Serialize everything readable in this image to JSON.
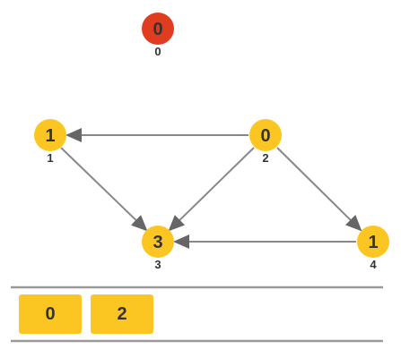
{
  "colors": {
    "node_default": "#fcc622",
    "node_active": "#e03c1f",
    "edge": "#888888",
    "text": "#333333",
    "queue_fill": "#fcc622",
    "divider": "#999999"
  },
  "active_node": {
    "value": "0",
    "index": "0"
  },
  "nodes": [
    {
      "id": "n1",
      "value": "1",
      "index": "1"
    },
    {
      "id": "n2",
      "value": "0",
      "index": "2"
    },
    {
      "id": "n3",
      "value": "3",
      "index": "3"
    },
    {
      "id": "n4",
      "value": "1",
      "index": "4"
    }
  ],
  "edges": [
    {
      "from": "2",
      "to": "1"
    },
    {
      "from": "2",
      "to": "3"
    },
    {
      "from": "2",
      "to": "4"
    },
    {
      "from": "1",
      "to": "3"
    },
    {
      "from": "4",
      "to": "3"
    }
  ],
  "queue": [
    "0",
    "2"
  ]
}
